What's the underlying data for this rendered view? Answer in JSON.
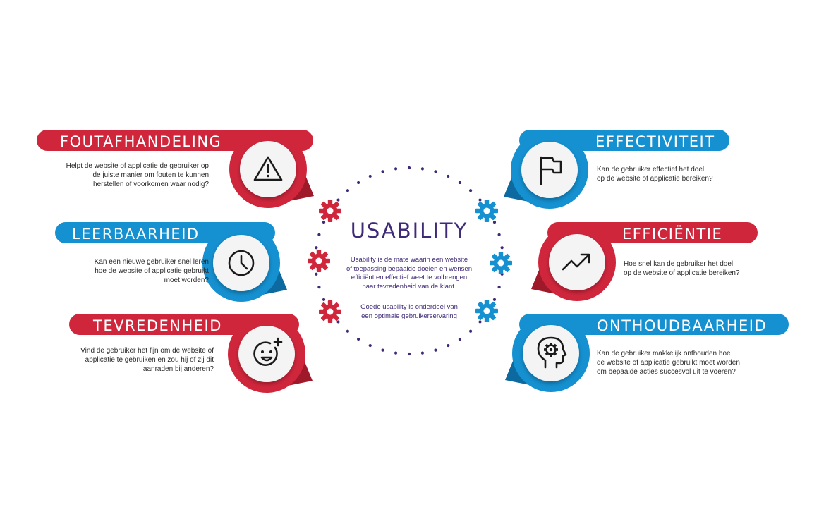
{
  "colors": {
    "red": "#d0263c",
    "red_dark": "#9e1a2b",
    "blue": "#1590d0",
    "blue_dark": "#0d6aa0",
    "purple": "#3f2a78",
    "dot": "#3f2a78"
  },
  "center": {
    "title": "USABILITY",
    "text1_lines": [
      "Usability is de mate waarin een website",
      "of toepassing bepaalde doelen en wensen",
      "efficiënt en effectief weet te volbrengen",
      "naar tevredenheid van de klant."
    ],
    "text2_lines": [
      "Goede usability is onderdeel van",
      "een optimale gebruikerservaring"
    ]
  },
  "items": [
    {
      "key": "foutafhandeling",
      "title": "FOUTAFHANDELING",
      "color": "red",
      "icon": "warning-triangle-icon",
      "desc": [
        "Helpt de website of applicatie de gebruiker op",
        "de juiste manier om fouten te kunnen",
        "herstellen of voorkomen waar nodig?"
      ]
    },
    {
      "key": "leerbaarheid",
      "title": "LEERBAARHEID",
      "color": "blue",
      "icon": "clock-icon",
      "desc": [
        "Kan een nieuwe gebruiker snel leren",
        "hoe de website of applicatie gebruikt",
        "moet worden?"
      ]
    },
    {
      "key": "tevredenheid",
      "title": "TEVREDENHEID",
      "color": "red",
      "icon": "smiley-plus-icon",
      "desc": [
        "Vind de gebruiker het fijn om de website of",
        "applicatie te gebruiken en zou hij of zij dit",
        "aanraden bij anderen?"
      ]
    },
    {
      "key": "effectiviteit",
      "title": "EFFECTIVITEIT",
      "color": "blue",
      "icon": "flag-icon",
      "desc": [
        "Kan de gebruiker effectief het doel",
        "op de website of applicatie bereiken?"
      ]
    },
    {
      "key": "efficientie",
      "title": "EFFICIËNTIE",
      "color": "red",
      "icon": "trend-up-icon",
      "desc": [
        "Hoe snel kan de gebruiker het doel",
        "op de website of applicatie bereiken?"
      ]
    },
    {
      "key": "onthoudbaarheid",
      "title": "ONTHOUDBAARHEID",
      "color": "blue",
      "icon": "head-gear-icon",
      "desc": [
        "Kan de gebruiker makkelijk onthouden hoe",
        "de website of applicatie gebruikt moet worden",
        "om bepaalde acties succesvol uit te voeren?"
      ]
    }
  ],
  "gears": [
    {
      "icon": "gear-icon",
      "color": "red"
    },
    {
      "icon": "gear-icon",
      "color": "blue"
    },
    {
      "icon": "gear-icon",
      "color": "red"
    },
    {
      "icon": "gear-icon",
      "color": "blue"
    },
    {
      "icon": "gear-icon",
      "color": "red"
    },
    {
      "icon": "gear-icon",
      "color": "blue"
    }
  ]
}
